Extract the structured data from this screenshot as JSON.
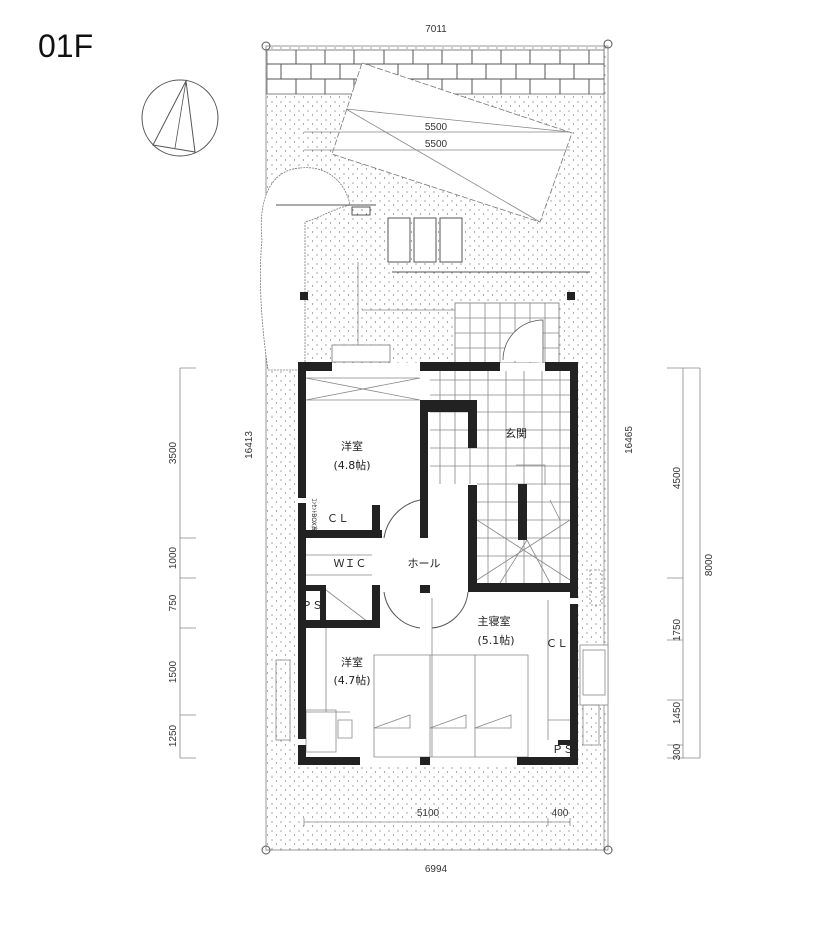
{
  "floor_label": "01F",
  "rooms": {
    "western_room_1": "洋室",
    "western_room_1_size": "(4.8帖)",
    "entrance": "玄関",
    "closet_1": "ＣＬ",
    "outlet_note": "ｺﾝｾﾝﾄBOX高",
    "walk_in_closet": "ＷＩＣ",
    "hall": "ホール",
    "pipe_space_1": "ＰＳ",
    "master_bedroom": "主寝室",
    "master_bedroom_size": "(5.1帖)",
    "closet_2": "ＣＬ",
    "western_room_2": "洋室",
    "western_room_2_size": "(4.7帖)",
    "pipe_space_2": "ＰＳ"
  },
  "dimensions": {
    "top_width": "7011",
    "carport_1": "5500",
    "carport_2": "5500",
    "left_depth": "16413",
    "right_depth": "16465",
    "left_chain": [
      "3500",
      "1000",
      "750",
      "1500",
      "1250"
    ],
    "right_chain": [
      "4500",
      "1750",
      "1450",
      "300"
    ],
    "right_total": "8000",
    "bottom_inner": "5100",
    "bottom_offset": "400",
    "bottom_width": "6994"
  }
}
